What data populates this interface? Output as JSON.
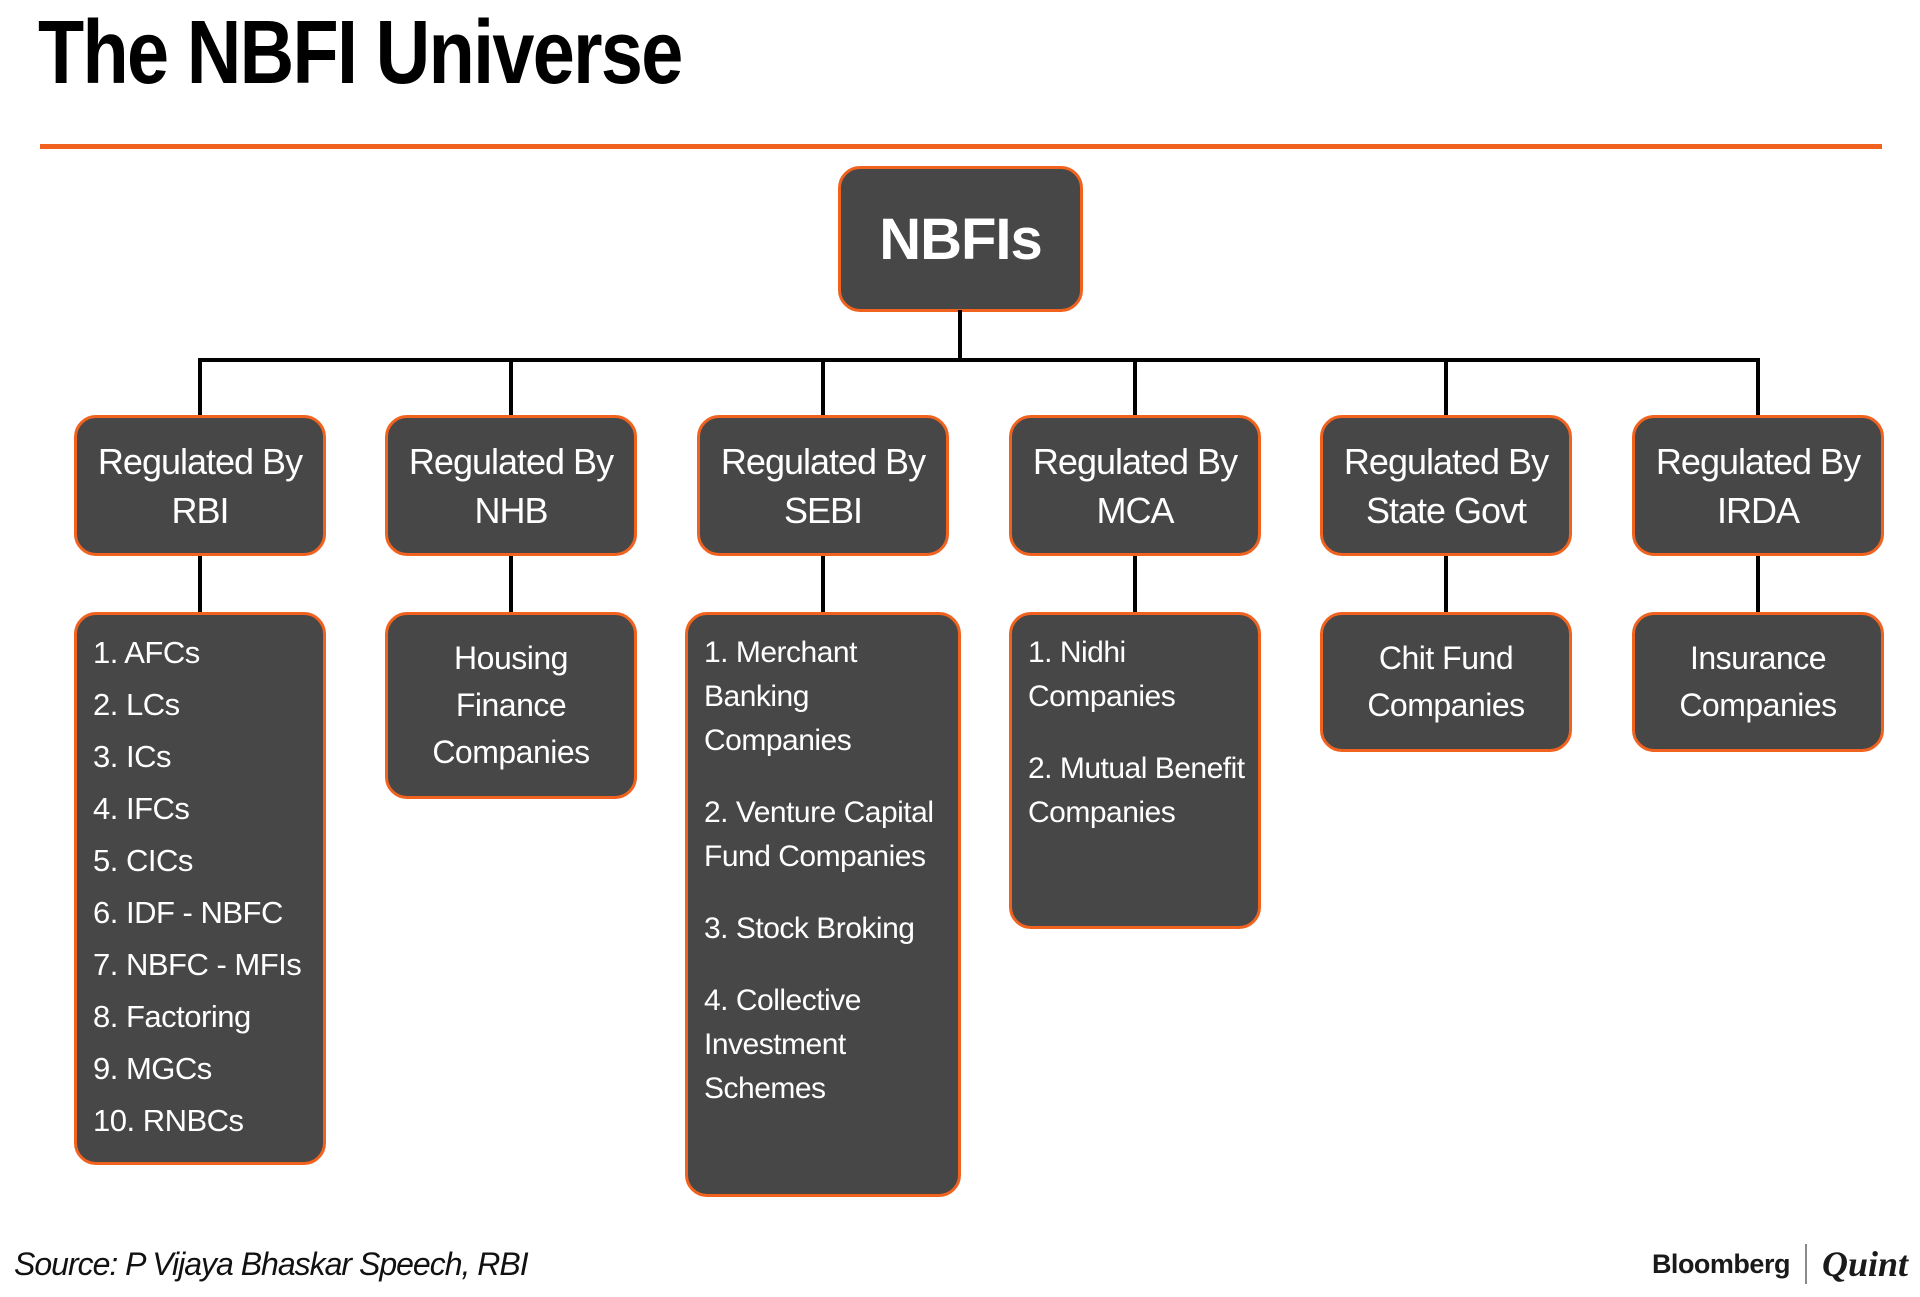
{
  "title": "The NBFI Universe",
  "root_label": "NBFIs",
  "columns": [
    {
      "label_line1": "Regulated By",
      "label_line2": "RBI",
      "items": [
        "1. AFCs",
        "2. LCs",
        "3. ICs",
        "4. IFCs",
        "5. CICs",
        "6. IDF - NBFC",
        "7. NBFC - MFIs",
        "8. Factoring",
        "9. MGCs",
        "10. RNBCs"
      ]
    },
    {
      "label_line1": "Regulated By",
      "label_line2": "NHB",
      "child_text": "Housing Finance Companies"
    },
    {
      "label_line1": "Regulated By",
      "label_line2": "SEBI",
      "items": [
        "1. Merchant Banking Companies",
        "2. Venture Capital Fund Companies",
        "3. Stock Broking",
        "4. Collective Investment Schemes"
      ]
    },
    {
      "label_line1": "Regulated By",
      "label_line2": "MCA",
      "items": [
        "1. Nidhi Companies",
        "2. Mutual Benefit Companies"
      ]
    },
    {
      "label_line1": "Regulated By",
      "label_line2": "State Govt",
      "child_text": "Chit Fund Companies"
    },
    {
      "label_line1": "Regulated By",
      "label_line2": "IRDA",
      "child_text": "Insurance Companies"
    }
  ],
  "footer": {
    "source": "Source: P Vijaya Bhaskar Speech, RBI",
    "brand_left": "Bloomberg",
    "brand_right": "Quint"
  },
  "colors": {
    "accent": "#F0621E",
    "node_fill": "#474747",
    "node_text": "#FFFFFF",
    "connector": "#000000",
    "title_color": "#000000"
  }
}
